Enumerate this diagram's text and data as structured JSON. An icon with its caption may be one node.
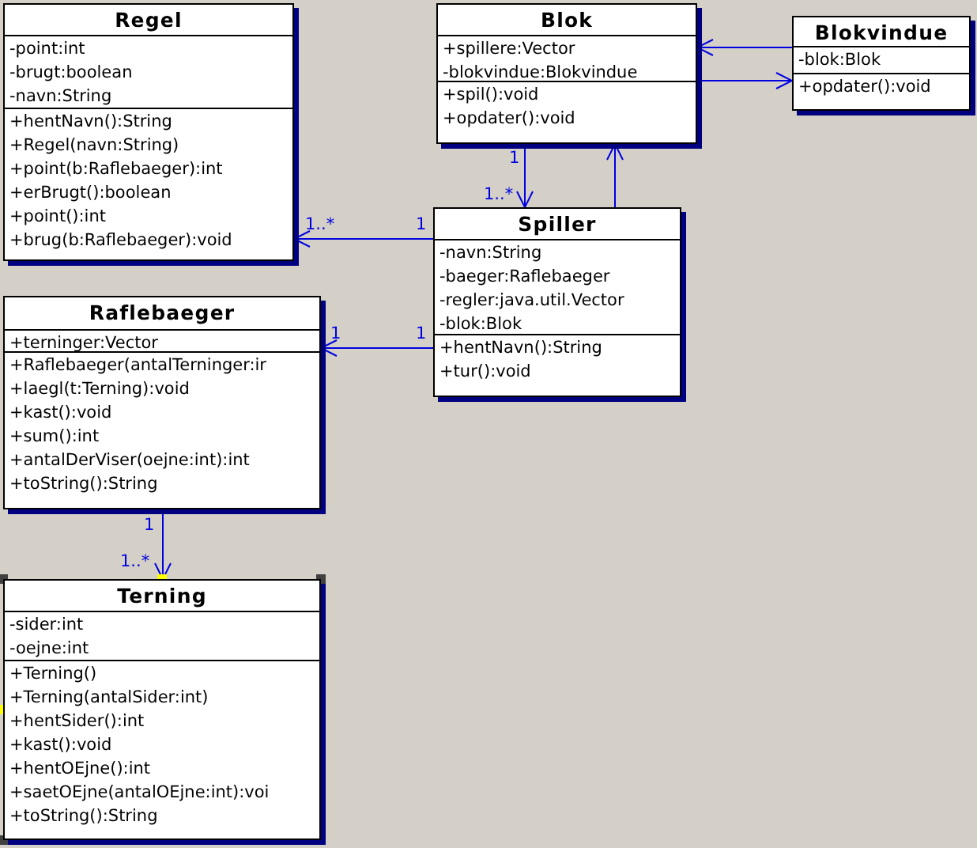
{
  "diagram": {
    "nodes": [
      {
        "text": [
          "Regel"
        ]
      },
      {
        "text": [
          "-point:int",
          "-brugt:boolean",
          "-navn:String"
        ],
        "in": 0
      },
      {
        "text": [
          "+hentNavn():String",
          "+Regel(navn:String)",
          "+point(b:Raflebaeger):int",
          "+erBrugt():boolean",
          "+point():int",
          "+brug(b:Raflebaeger):void"
        ],
        "in": 0
      },
      {
        "text": [
          "Blok"
        ]
      },
      {
        "text": [
          "+spillere:Vector",
          "-blokvindue:Blokvindue"
        ],
        "in": 3
      },
      {
        "text": [
          "+spil():void",
          "+opdater():void"
        ],
        "in": 3
      },
      {
        "text": [
          "Blokvindue"
        ]
      },
      {
        "text": [
          "-blok:Blok"
        ],
        "in": 6
      },
      {
        "text": [
          "+opdater():void"
        ],
        "in": 6
      },
      {
        "text": [
          "Spiller"
        ]
      },
      {
        "text": [
          "-navn:String",
          "-baeger:Raflebaeger",
          "-regler:java.util.Vector",
          "-blok:Blok"
        ],
        "in": 9
      },
      {
        "text": [
          "+hentNavn():String",
          "+tur():void"
        ],
        "in": 9
      },
      {
        "text": [
          "Raflebaeger"
        ]
      },
      {
        "text": [
          "+terninger:Vector"
        ],
        "in": 12
      },
      {
        "text": [
          "+Raflebaeger(antalTerninger:ir",
          "+laegl(t:Terning):void",
          "+kast():void",
          "+sum():int",
          "+antalDerViser(oejne:int):int",
          "+toString():String"
        ],
        "in": 12
      },
      {
        "text": [
          "Terning"
        ]
      },
      {
        "text": [
          "-sider:int",
          "-oejne:int"
        ],
        "in": 15
      },
      {
        "text": [
          "+Terning()",
          "+Terning(antalSider:int)",
          "+hentSider():int",
          "+kast():void",
          "+hentOEjne():int",
          "+saetOEjne(antalOEjne:int):voi",
          "+toString():String"
        ],
        "in": 15
      }
    ],
    "edges": [
      {
        "from": 6,
        "to": 3,
        "arrow": "to"
      },
      {
        "from": 3,
        "to": 6,
        "arrow": "to"
      },
      {
        "from": 3,
        "to": 9,
        "arrow": "to"
      },
      {
        "from": 9,
        "to": 3,
        "arrow": "to"
      },
      {
        "from": 9,
        "to": 0,
        "arrow": "to"
      },
      {
        "from": 9,
        "to": 12,
        "arrow": "to"
      },
      {
        "from": 12,
        "to": 15,
        "arrow": "to"
      }
    ],
    "labels": [
      "1",
      "1..*",
      "1..*",
      "1",
      "1",
      "1",
      "1",
      "1..*"
    ]
  }
}
